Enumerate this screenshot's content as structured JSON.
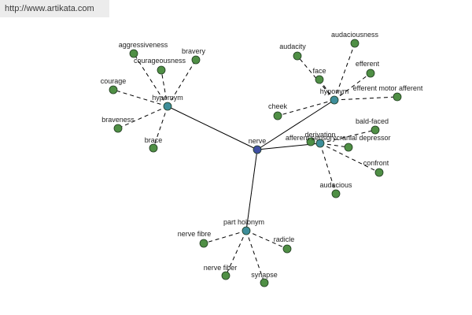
{
  "watermark": "http://www.artikata.com",
  "colors": {
    "background": "#ffffff",
    "center_node": "#3f4fa3",
    "relation_node": "#3e8e9a",
    "word_node": "#4f8f45",
    "node_stroke": "#1f3a1f",
    "edge": "#000000"
  },
  "center": {
    "label": "nerve"
  },
  "relations": [
    {
      "label": "hypernym",
      "words": [
        "aggressiveness",
        "courageousness",
        "bravery",
        "courage",
        "braveness",
        "brace"
      ]
    },
    {
      "label": "hyponym",
      "words": [
        "audacity",
        "audaciousness",
        "face",
        "efferent",
        "efferent motor afferent",
        "cheek"
      ]
    },
    {
      "label": "derivation",
      "words": [
        "afferent sensory",
        "cranial depressor",
        "bald-faced",
        "confront",
        "audacious"
      ]
    },
    {
      "label": "part holonym",
      "words": [
        "nerve fibre",
        "radicle",
        "nerve fiber",
        "synapse"
      ]
    }
  ]
}
